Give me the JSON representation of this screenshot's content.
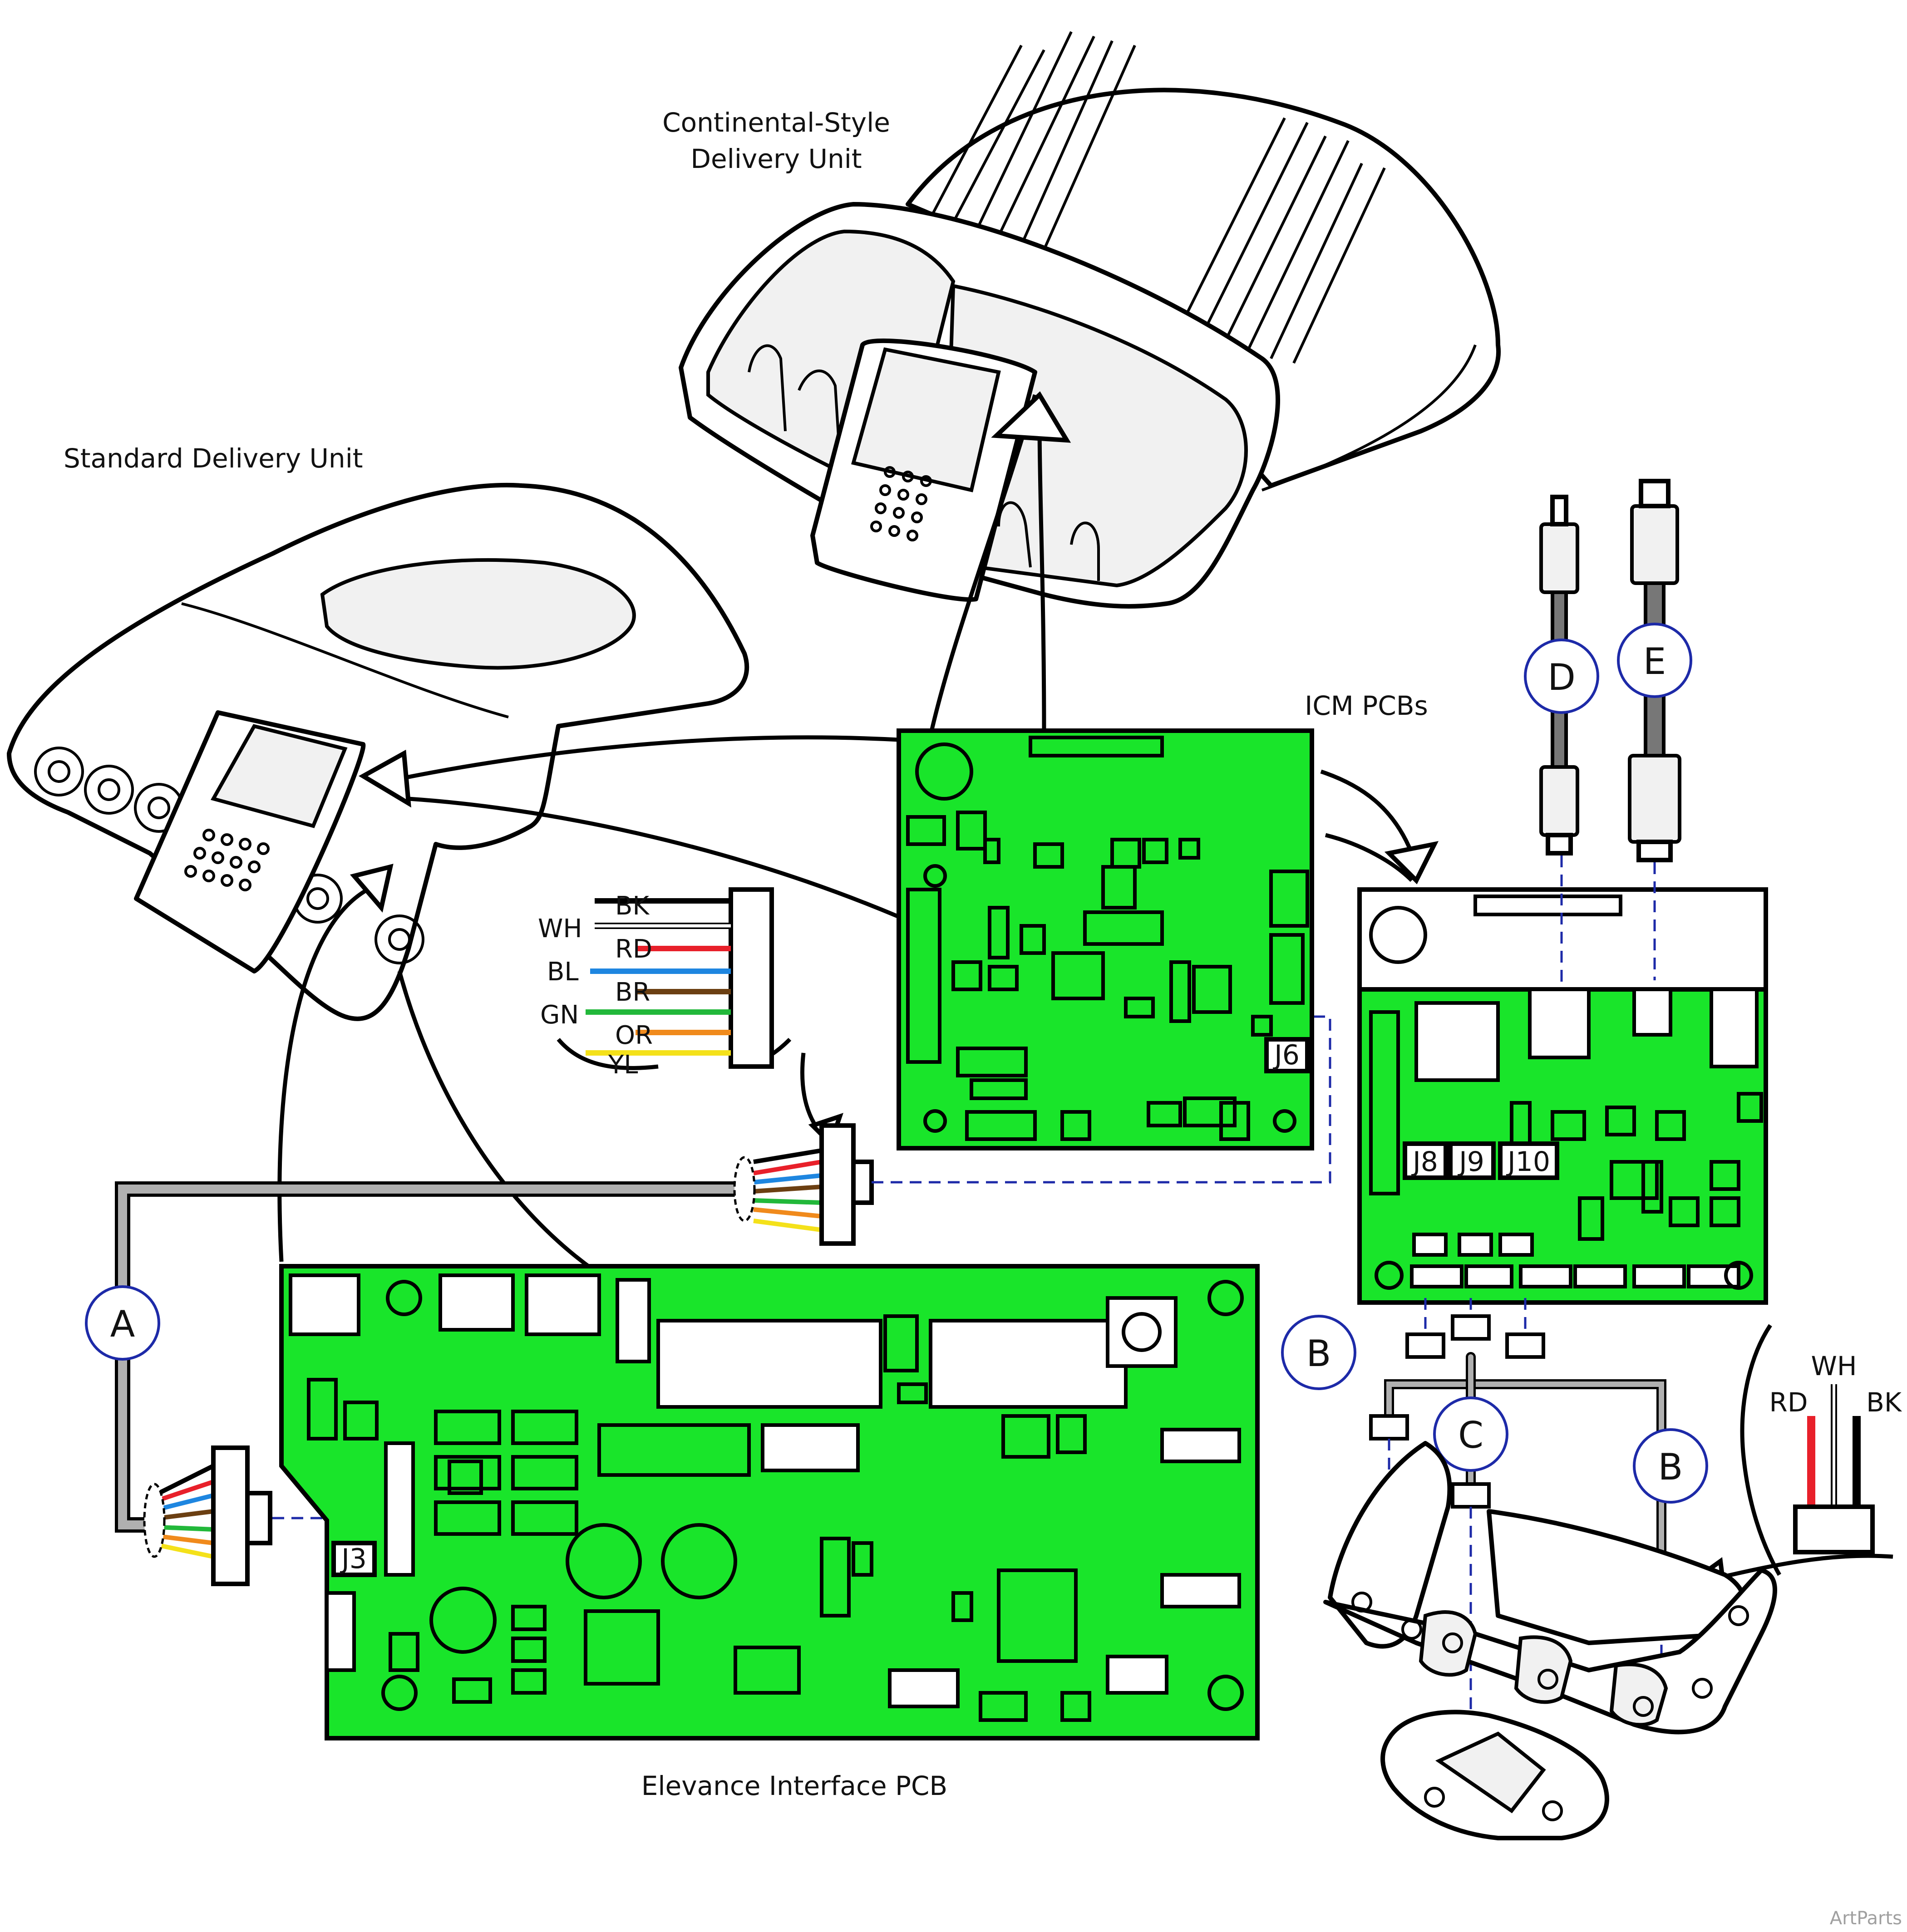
{
  "labels": {
    "continental_line1": "Continental-Style",
    "continental_line2": "Delivery Unit",
    "standard": "Standard Delivery Unit",
    "icm": "ICM PCBs",
    "elevance": "Elevance Interface PCB",
    "watermark": "ArtParts"
  },
  "wires": [
    {
      "code": "BK",
      "color": "#000000"
    },
    {
      "code": "WH",
      "color": "#ffffff"
    },
    {
      "code": "RD",
      "color": "#e8202a"
    },
    {
      "code": "BL",
      "color": "#1e86e0"
    },
    {
      "code": "BR",
      "color": "#6b3f12"
    },
    {
      "code": "GN",
      "color": "#22b83a"
    },
    {
      "code": "OR",
      "color": "#f08a1c"
    },
    {
      "code": "YL",
      "color": "#f4e11a"
    }
  ],
  "connectors": {
    "j6": "J6",
    "j8": "J8",
    "j9": "J9",
    "j10": "J10",
    "j3": "J3"
  },
  "callouts": {
    "a": "A",
    "b1": "B",
    "b2": "B",
    "c": "C",
    "d": "D",
    "e": "E"
  },
  "small_cable_wires": {
    "wh": "WH",
    "rd": "RD",
    "bk": "BK"
  },
  "colors": {
    "pcb_green": "#19e52a",
    "callout_blue": "#1d2aa8"
  }
}
